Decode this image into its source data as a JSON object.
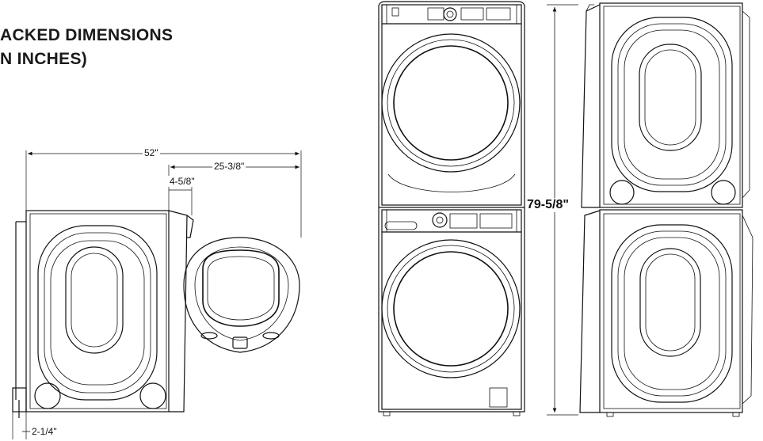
{
  "heading": {
    "line1": "ACKED DIMENSIONS",
    "line2": "N INCHES)"
  },
  "dimensions": {
    "overall_width": "52\"",
    "door_swing": "25-3/8\"",
    "door_depth": "4-5/8\"",
    "base_offset": "2-1/4\"",
    "stacked_height": "79-5/8\""
  }
}
